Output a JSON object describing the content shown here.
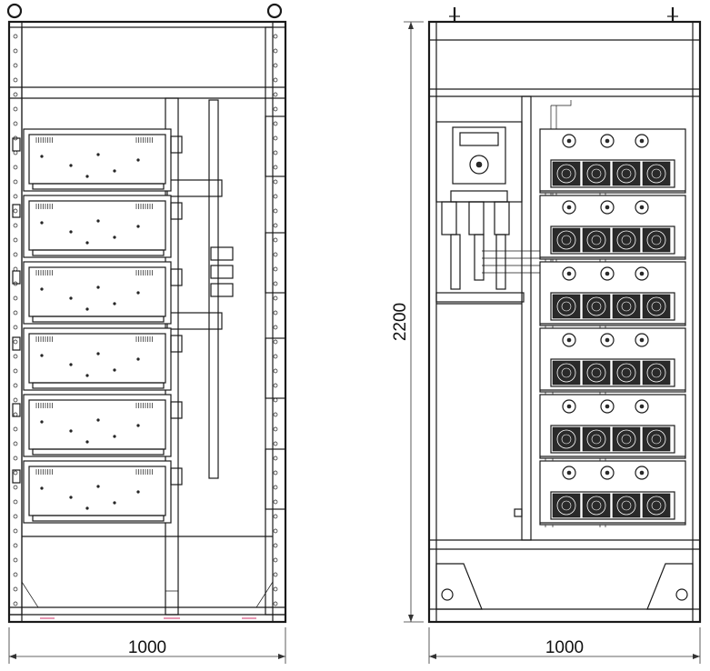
{
  "dimensions": {
    "front_width": "1000",
    "side_width": "1000",
    "height": "2200"
  },
  "colors": {
    "line": "#1a1a1a",
    "fan_fill": "#2a2a2a",
    "accent_marks": "#d0306a"
  },
  "front_view": {
    "module_count": 6
  },
  "side_view": {
    "module_count": 6,
    "fans_per_module": 4
  }
}
